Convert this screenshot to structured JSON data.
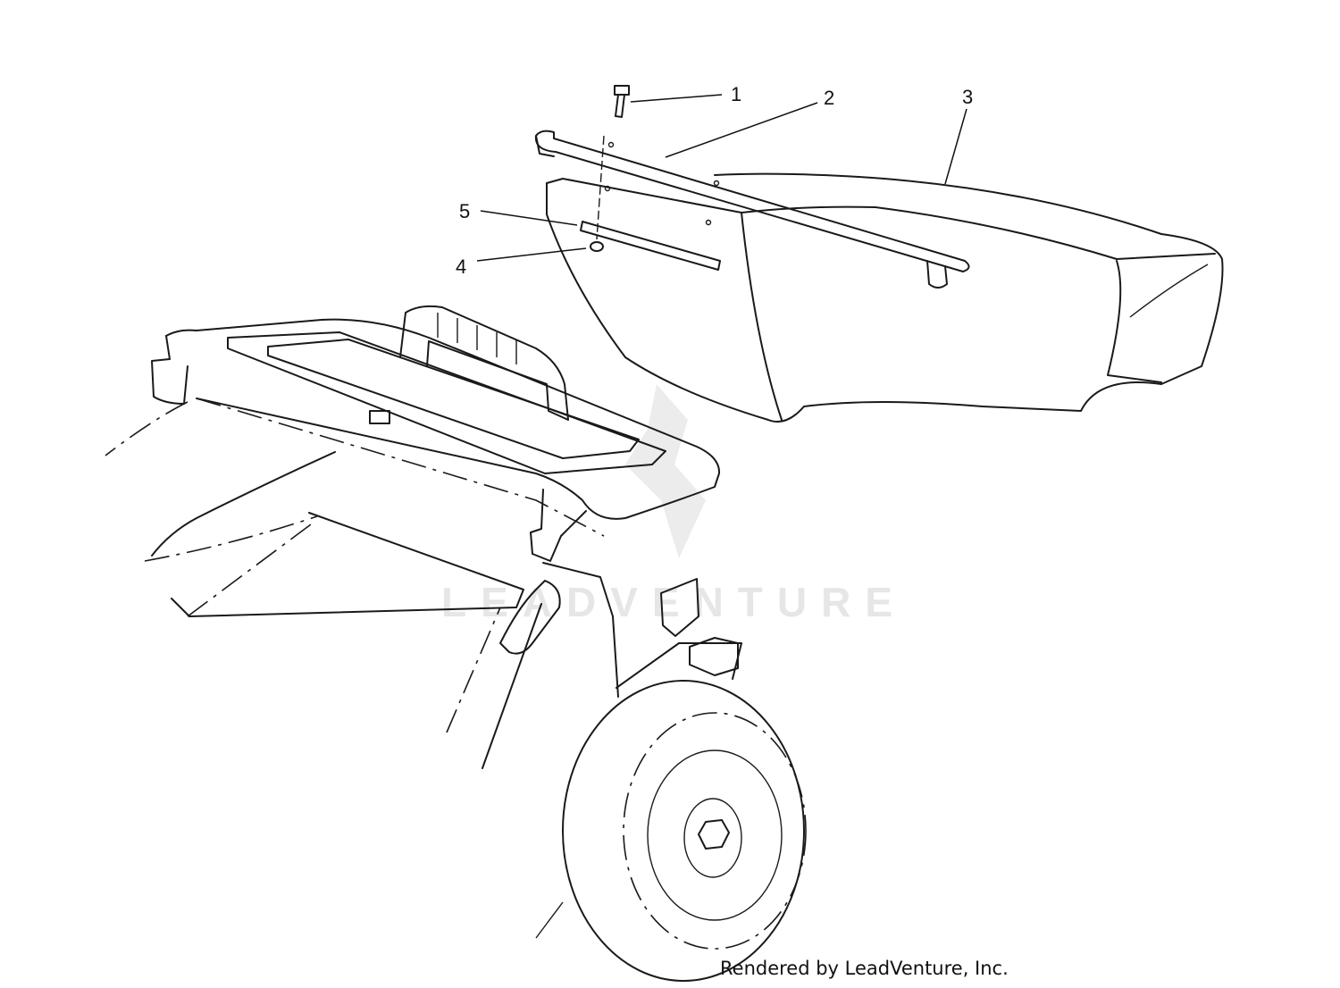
{
  "callouts": [
    {
      "id": "1",
      "label": "1"
    },
    {
      "id": "2",
      "label": "2"
    },
    {
      "id": "3",
      "label": "3"
    },
    {
      "id": "4",
      "label": "4"
    },
    {
      "id": "5",
      "label": "5"
    }
  ],
  "watermark": {
    "text": "LEADVENTURE"
  },
  "credit": {
    "text": "Rendered by LeadVenture, Inc."
  }
}
